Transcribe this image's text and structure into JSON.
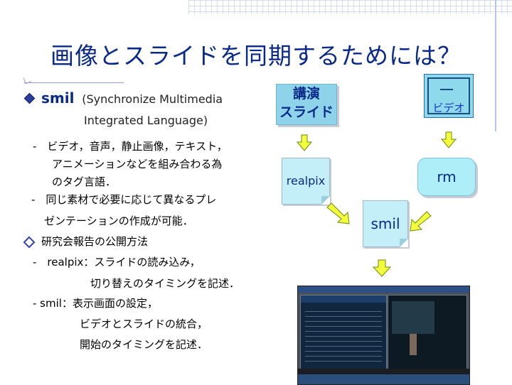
{
  "title": "画像とスライドを同期するためには？",
  "bullets": {
    "smil_head": "smil",
    "smil_paren_1": "(Synchronize Multimedia",
    "smil_paren_2": "Integrated Language)",
    "sub1_line1": "-　ビデオ，音声，静止画像，テキスト，",
    "sub1_line2": "アニメーションなどを組み合わる為",
    "sub1_line3": "のタグ言語．",
    "sub2_line1": "-　同じ素材で必要に応じて異なるプレ",
    "sub2_line2": "ゼンテーションの作成が可能．",
    "kenkyu_head": "研究会報告の公開方法",
    "realpix_line1": "-　realpix：スライドの読み込み，",
    "realpix_line2": "切り替えのタイミングを記述．",
    "smil_line1": "- smil：表示画面の設定，",
    "smil_line2": "ビデオとスライドの統合，",
    "smil_line3": "開始のタイミングを記述．"
  },
  "diagram": {
    "slide_label_1": "講演",
    "slide_label_2": "スライド",
    "video_label": "ビデオ",
    "realpix_label": "realpix",
    "rm_label": "rm",
    "smil_label": "smil"
  },
  "colors": {
    "title": "#0a2a8a",
    "arrow_fill": "#f2ff3a",
    "arrow_stroke": "#6f8a10",
    "box_fill": "#8fd3ea"
  }
}
